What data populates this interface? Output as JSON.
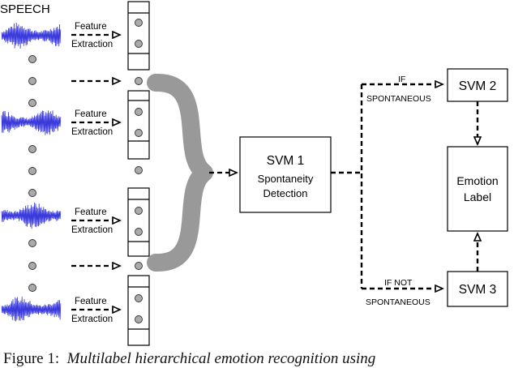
{
  "title": "SPEECH",
  "feature_label_line1": "Feature",
  "feature_label_line2": "Extraction",
  "svm1": {
    "title": "SVM 1",
    "line1": "Spontaneity",
    "line2": "Detection"
  },
  "svm2": {
    "title": "SVM 2"
  },
  "svm3": {
    "title": "SVM 3"
  },
  "emotion": {
    "line1": "Emotion",
    "line2": "Label"
  },
  "branch_top": {
    "line1": "IF",
    "line2": "SPONTANEOUS"
  },
  "branch_bottom": {
    "line1": "IF NOT",
    "line2": "SPONTANEOUS"
  },
  "caption": {
    "prefix": "Figure 1:",
    "text": "Multilabel hierarchical emotion recognition using"
  },
  "colors": {
    "waveform": "#3b3bdc",
    "brace": "#999999",
    "dot": "#aaaaaa",
    "line": "#000000"
  }
}
